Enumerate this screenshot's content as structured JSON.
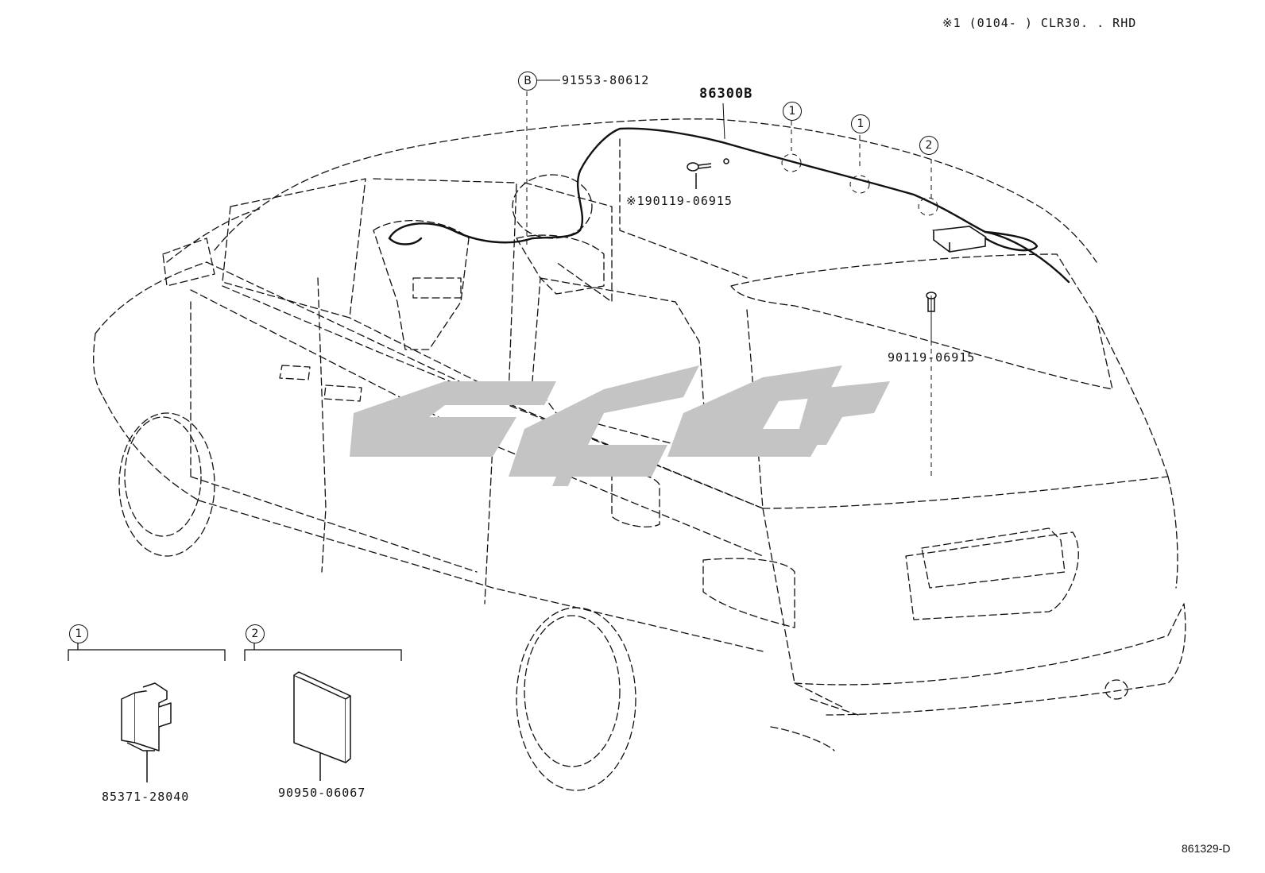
{
  "header": {
    "note": "※1 (0104-      ) CLR30. . RHD"
  },
  "footer": {
    "diagram_code": "861329-D"
  },
  "callouts": {
    "bolt_b": {
      "marker": "B",
      "part": "91553-80612"
    },
    "harness": {
      "part": "86300B"
    },
    "screw_front": {
      "part": "※190119-06915"
    },
    "screw_rear": {
      "part": "90119-06915"
    }
  },
  "markers": {
    "one": "1",
    "two": "2"
  },
  "details": [
    {
      "marker": "1",
      "part": "85371-28040"
    },
    {
      "marker": "2",
      "part": "90950-06067"
    }
  ],
  "colors": {
    "line": "#111111",
    "watermark": "#c4c4c4"
  }
}
